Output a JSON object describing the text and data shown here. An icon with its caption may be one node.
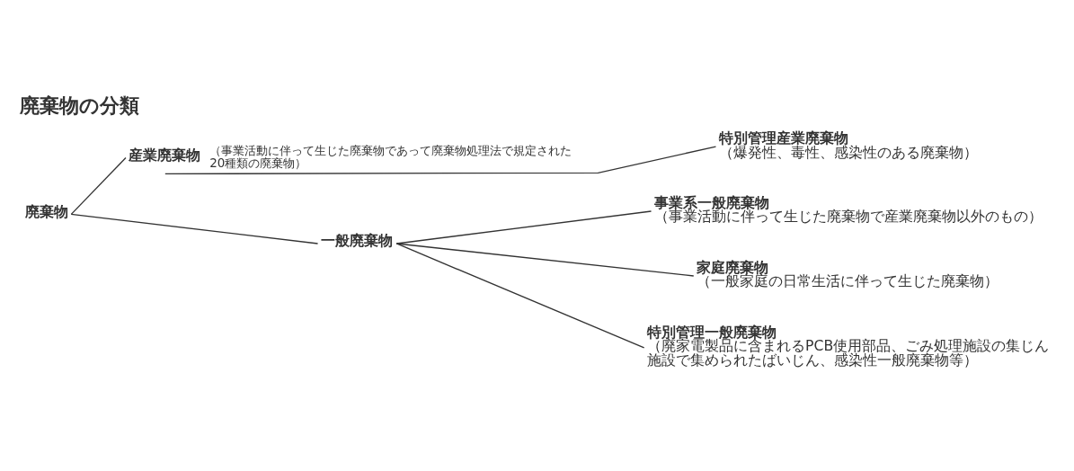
{
  "diagram": {
    "title": "廃棄物の分類",
    "nodes": [
      {
        "text": [
          "廃棄物"
        ]
      },
      {
        "text": [
          "産業廃棄物"
        ],
        "beside": [
          "（事業活動に伴って生じた廃棄物であって廃棄物処理法で規定された20種類の廃棄物）"
        ]
      },
      {
        "text": [
          "特別管理産業廃棄物",
          "（爆発性、毒性、感染性のある廃棄物）"
        ]
      },
      {
        "text": [
          "一般廃棄物"
        ]
      },
      {
        "text": [
          "事業系一般廃棄物",
          "（事業活動に伴って生じた廃棄物で産業廃棄物以外のもの）"
        ]
      },
      {
        "text": [
          "家庭廃棄物",
          "（一般家庭の日常生活に伴って生じた廃棄物）"
        ]
      },
      {
        "text": [
          "特別管理一般廃棄物",
          "（廃家電製品に含まれるPCB使用部品、ごみ処理施設の集じん施設で集められたばいじん、感染性一般廃棄物等）"
        ]
      }
    ],
    "edges": [
      {
        "from": 0,
        "to": 1,
        "arrow": "none"
      },
      {
        "from": 0,
        "to": 3,
        "arrow": "none"
      },
      {
        "from": 1,
        "to": 2,
        "arrow": "none"
      },
      {
        "from": 3,
        "to": 4,
        "arrow": "none"
      },
      {
        "from": 3,
        "to": 5,
        "arrow": "none"
      },
      {
        "from": 3,
        "to": 6,
        "arrow": "none"
      }
    ]
  }
}
